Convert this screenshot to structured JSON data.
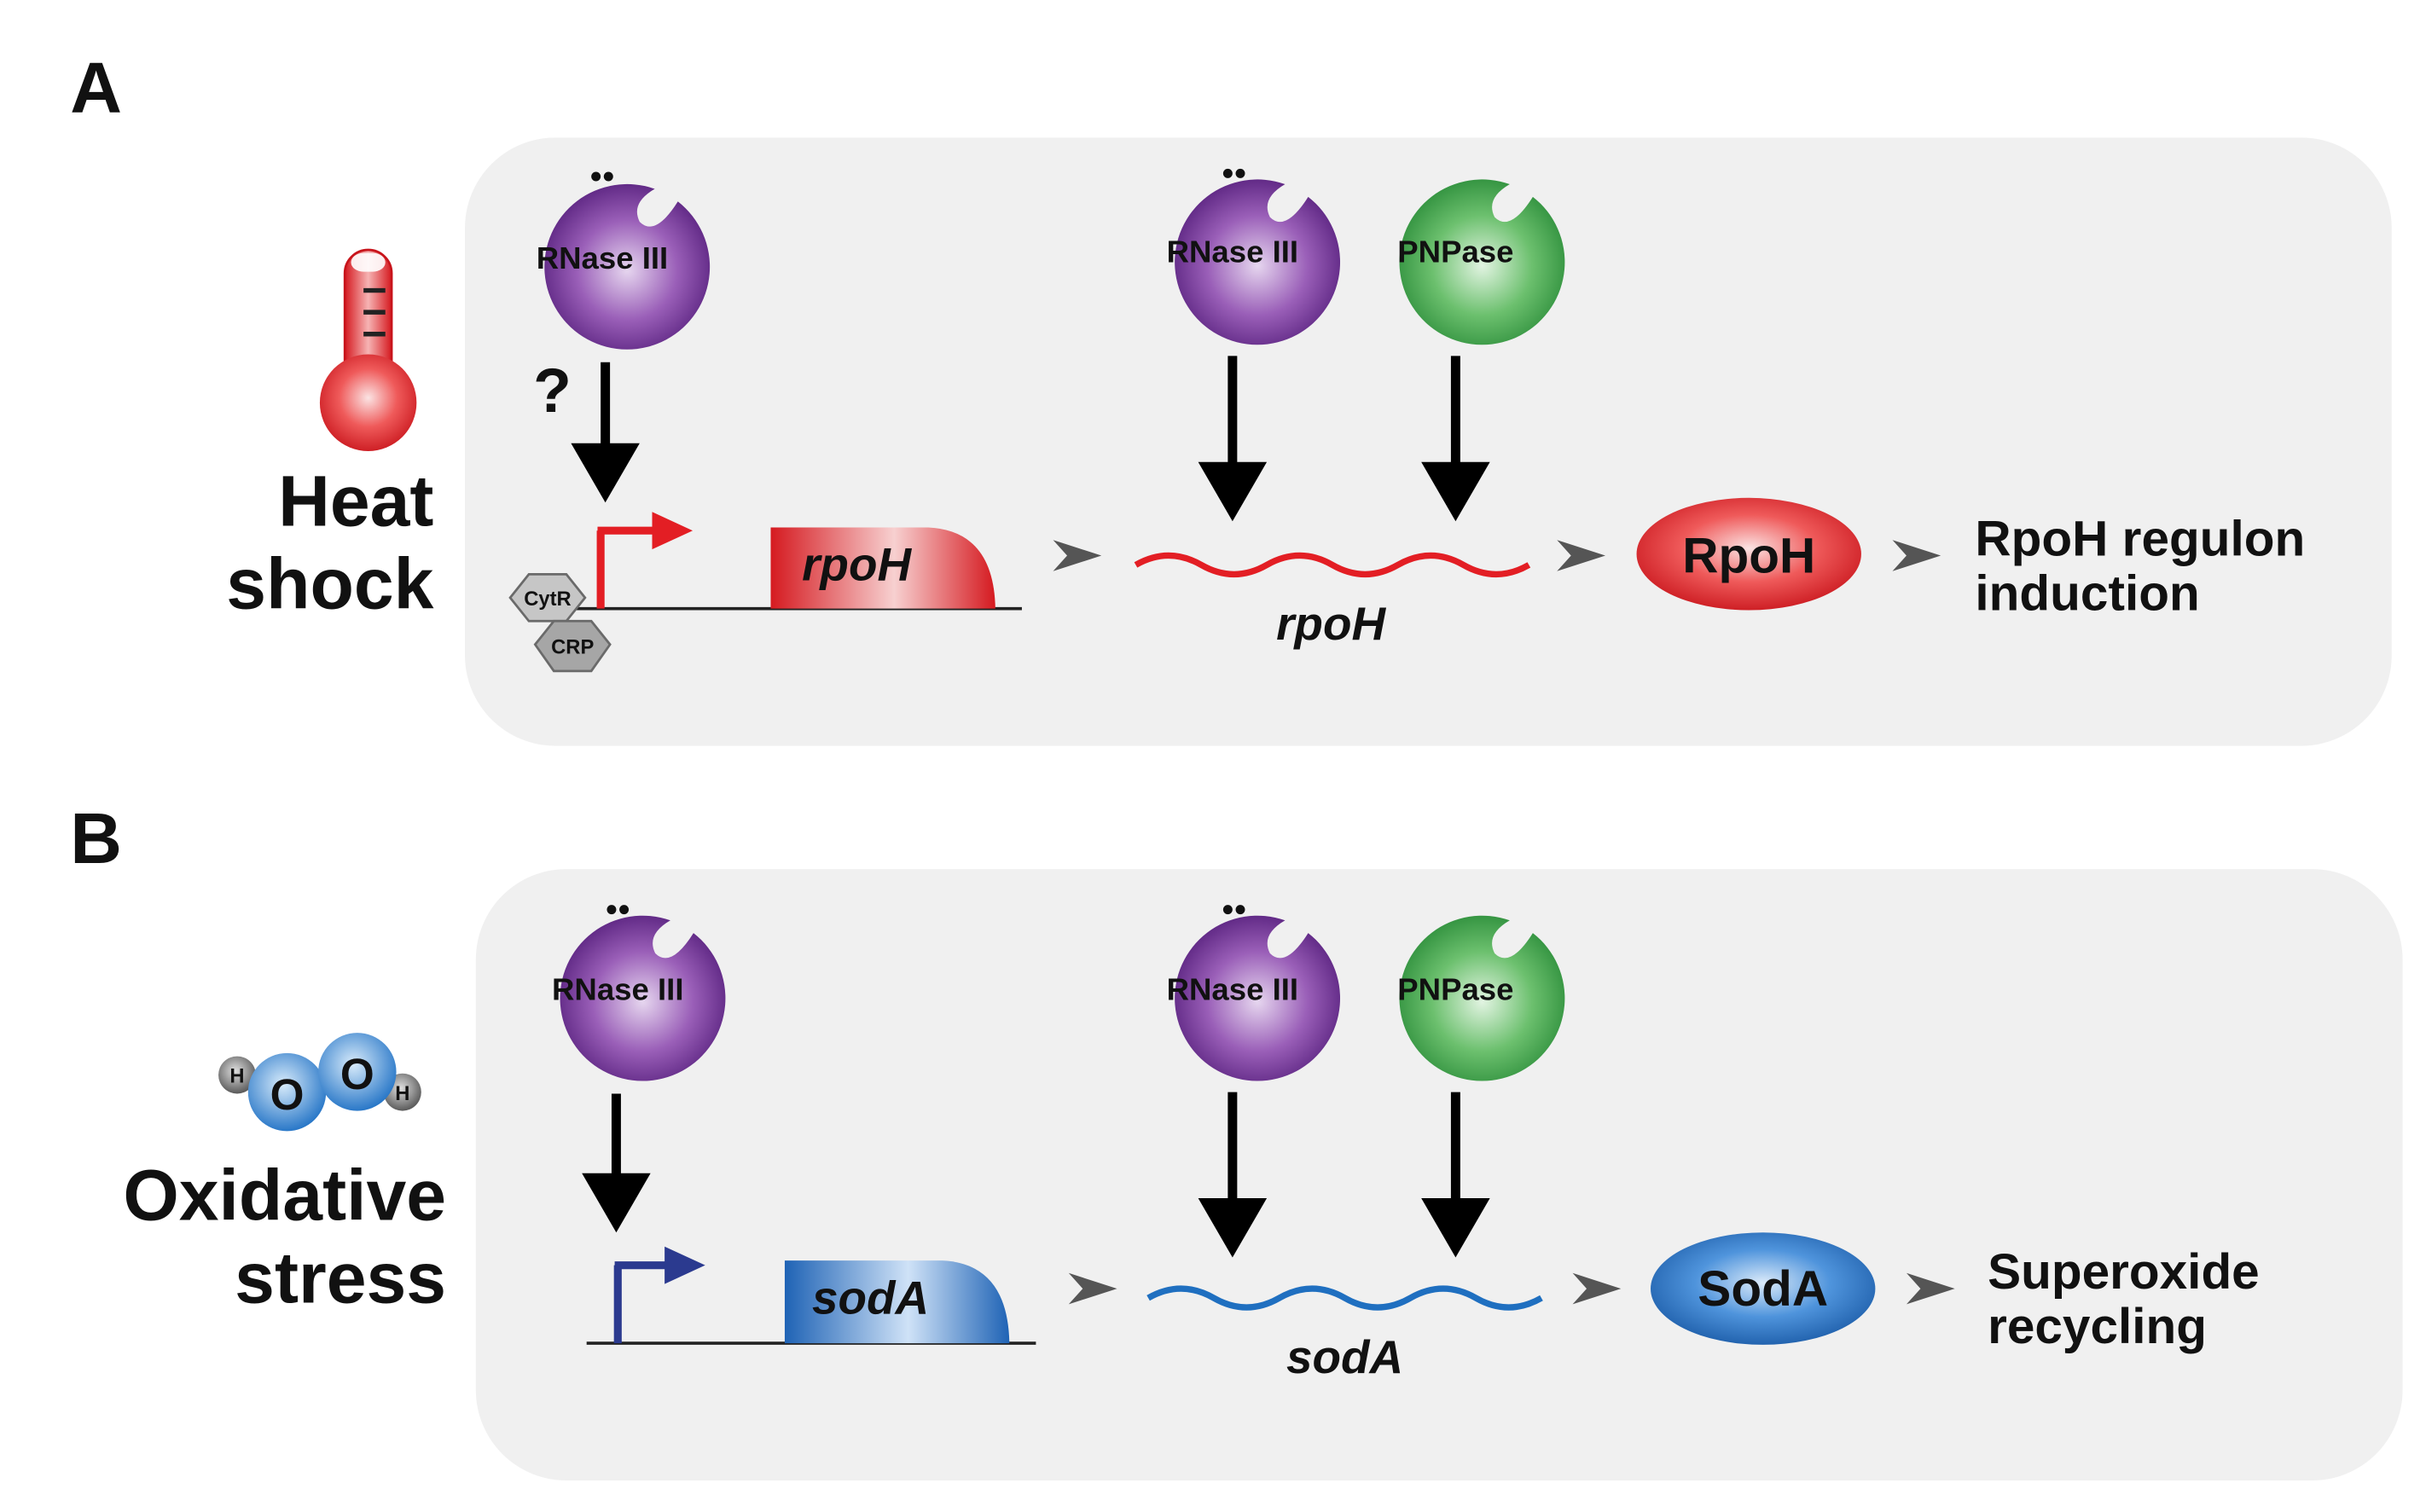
{
  "panels": {
    "a": {
      "letter": "A",
      "stress_line1": "Heat",
      "stress_line2": "shock",
      "enzyme_left": "RNase III",
      "question_mark": "?",
      "regulator_1": "CytR",
      "regulator_2": "CRP",
      "gene": "rpoH",
      "enzyme_mid": "RNase III",
      "enzyme_right": "PNPase",
      "transcript": "rpoH",
      "protein": "RpoH",
      "outcome_line1": "RpoH regulon",
      "outcome_line2": "induction",
      "color": "#e31e24"
    },
    "b": {
      "letter": "B",
      "stress_line1": "Oxidative",
      "stress_line2": "stress",
      "molecule_atom_h1": "H",
      "molecule_atom_o1": "O",
      "molecule_atom_o2": "O",
      "molecule_atom_h2": "H",
      "enzyme_left": "RNase III",
      "gene": "sodA",
      "enzyme_mid": "RNase III",
      "enzyme_right": "PNPase",
      "transcript": "sodA",
      "protein": "SodA",
      "outcome_line1": "Superoxide",
      "outcome_line2": "recycling",
      "color": "#1f6fc0"
    }
  },
  "colors": {
    "panel_background": "#f0f0f0",
    "rnase_iii": "#6b2d8f",
    "pnpase": "#3aa14a",
    "heat": "#e31e24",
    "oxidative": "#1f6fc0",
    "promoter_b": "#2b3a8f",
    "regulator": "#a6a6a6",
    "flow_arrow": "#555555"
  },
  "icons": [
    "thermometer-icon",
    "hydrogen-peroxide-icon",
    "promoter-arrow-icon",
    "pacman-enzyme-icon"
  ]
}
